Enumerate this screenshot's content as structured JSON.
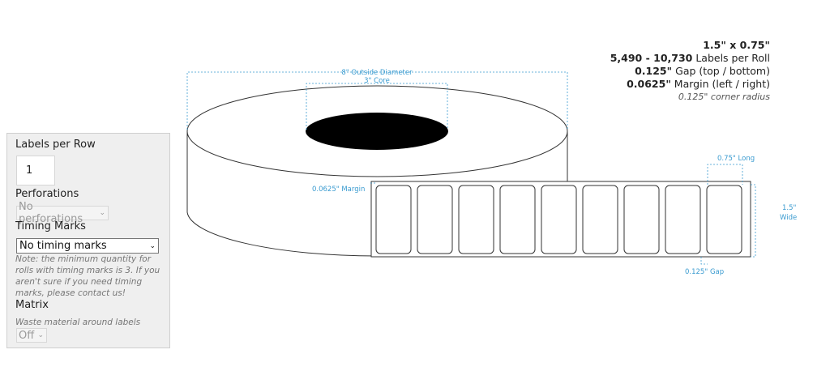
{
  "panel": {
    "labels_per_row_label": "Labels per Row",
    "labels_per_row_value": "1",
    "perforations_label": "Perforations",
    "perforations_value": "No perforations",
    "timing_marks_label": "Timing Marks",
    "timing_marks_value": "No timing marks",
    "timing_marks_note": "Note: the minimum quantity for rolls with timing marks is 3. If you aren't sure if you need timing marks, please contact us!",
    "matrix_label": "Matrix",
    "matrix_note": "Waste material around labels",
    "matrix_value": "Off"
  },
  "spec": {
    "size": "1.5\" x 0.75\"",
    "labels_per_roll_value": "5,490 - 10,730",
    "labels_per_roll_text": " Labels per Roll",
    "gap_value": "0.125\"",
    "gap_text": " Gap (top / bottom)",
    "margin_value": "0.0625\"",
    "margin_text": " Margin (left / right)",
    "corner_radius": "0.125\" corner radius"
  },
  "diagram": {
    "outside_diameter": "8\" Outside Diameter",
    "core": "3\" Core",
    "margin_label": "0.0625\" Margin",
    "long_label": "0.75\" Long",
    "wide_value": "1.5\"",
    "wide_text": "Wide",
    "gap_label": "0.125\" Gap",
    "label_count": 9
  },
  "colors": {
    "dimension_line": "#3a9bd0",
    "roll_core": "#000000",
    "panel_bg": "#efefef"
  }
}
